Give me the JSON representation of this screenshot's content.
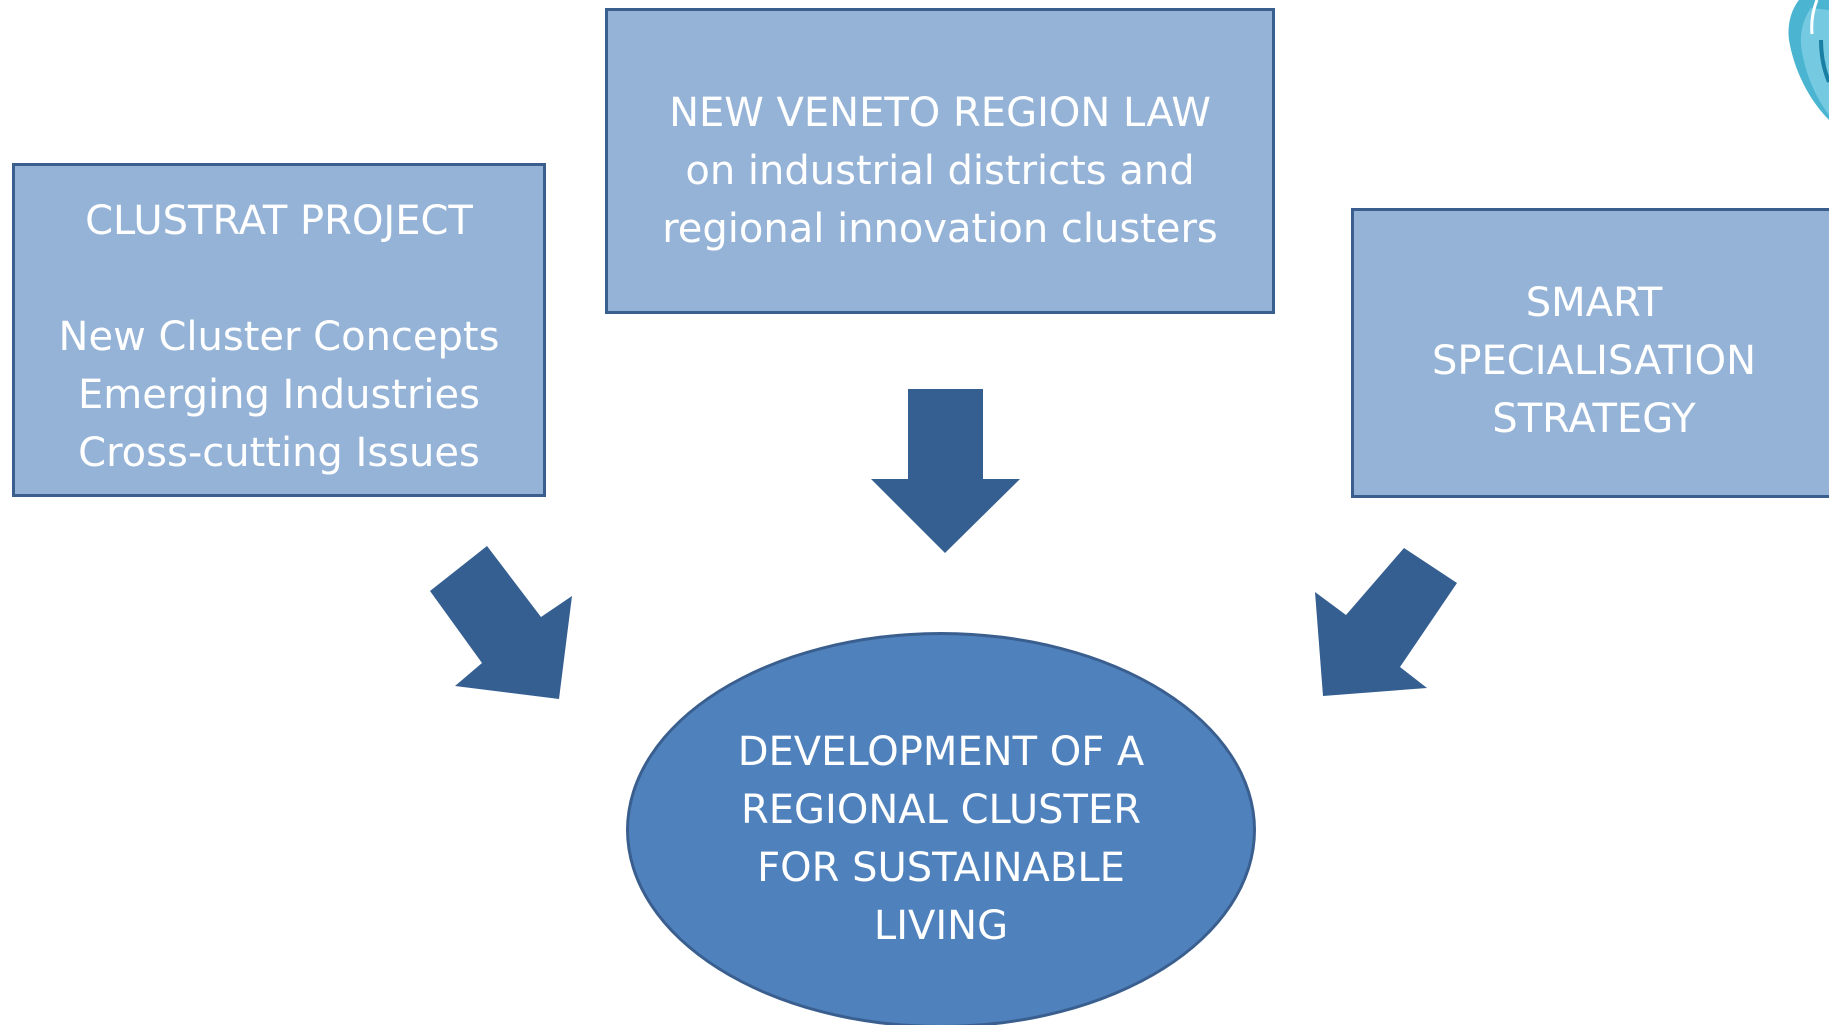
{
  "diagram": {
    "left_box": {
      "title": "CLUSTRAT PROJECT",
      "items": [
        "New Cluster Concepts",
        "Emerging Industries",
        "Cross-cutting Issues"
      ]
    },
    "center_box": {
      "lines": [
        "NEW VENETO REGION LAW",
        "on industrial districts and",
        "regional innovation clusters"
      ]
    },
    "right_box": {
      "lines": [
        "SMART",
        "SPECIALISATION",
        "STRATEGY"
      ]
    },
    "outcome": {
      "lines": [
        "DEVELOPMENT OF A",
        "REGIONAL CLUSTER",
        "FOR SUSTAINABLE",
        "LIVING"
      ]
    }
  },
  "colors": {
    "box_fill": "#95b3d7",
    "box_border": "#3a5f8f",
    "ellipse_fill": "#4f81bd",
    "arrow_fill": "#365f91",
    "text": "#ffffff"
  }
}
